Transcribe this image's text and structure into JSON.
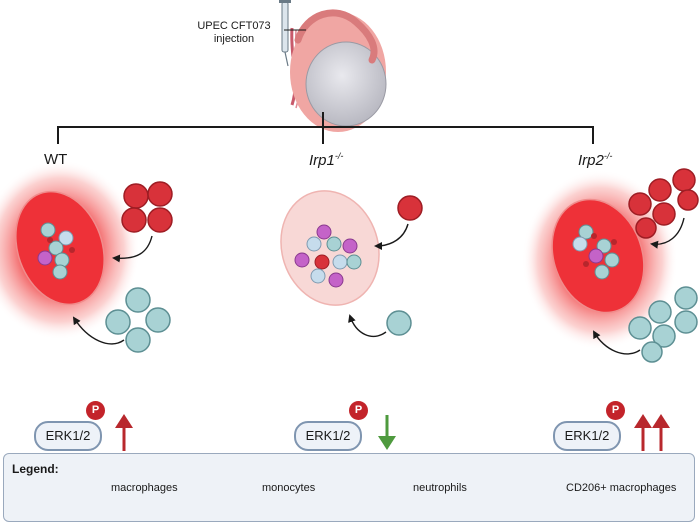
{
  "injection": {
    "line1": "UPEC CFT073",
    "line2": "injection"
  },
  "groups": [
    {
      "name": "WT",
      "superscript": "",
      "italic": false
    },
    {
      "name": "Irp1",
      "superscript": "-/-",
      "italic": true
    },
    {
      "name": "Irp2",
      "superscript": "-/-",
      "italic": true
    }
  ],
  "erk_panels": [
    {
      "label": "ERK1/2",
      "phospho": "P",
      "trend": "up",
      "arrow_count": 1,
      "arrow_color": "#b8282d"
    },
    {
      "label": "ERK1/2",
      "phospho": "P",
      "trend": "down",
      "arrow_count": 1,
      "arrow_color": "#4e9a3e"
    },
    {
      "label": "ERK1/2",
      "phospho": "P",
      "trend": "up",
      "arrow_count": 2,
      "arrow_color": "#b8282d"
    }
  ],
  "legend": {
    "title": "Legend:",
    "items": [
      {
        "label": "macrophages",
        "icon": "macrophage-icon"
      },
      {
        "label": "monocytes",
        "icon": "monocyte-icon"
      },
      {
        "label": "neutrophils",
        "icon": "neutrophil-icon"
      },
      {
        "label": "CD206+ macrophages",
        "icon": "cd206-macrophage-icon"
      }
    ]
  },
  "colors": {
    "monocyte": "#d8323a",
    "neutrophil": "#a8d2d4",
    "macrophage": "#c6dcec",
    "cd206": "#c463c8",
    "inflammation": "#e8202a"
  }
}
